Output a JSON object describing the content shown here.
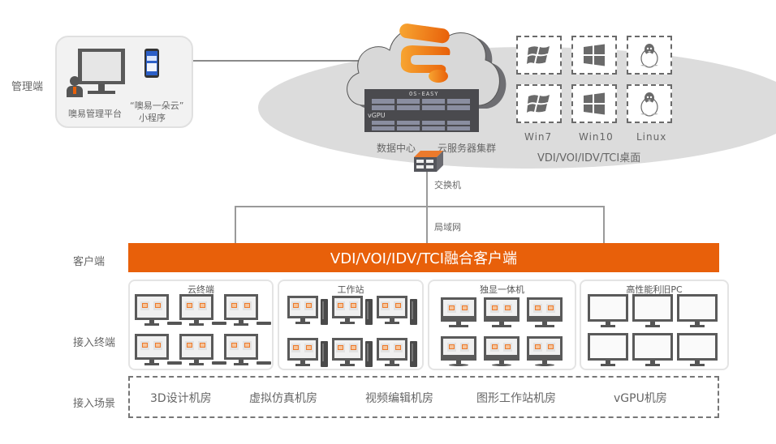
{
  "row_labels": {
    "management": "管理端",
    "client": "客户端",
    "terminals": "接入终端",
    "scenarios": "接入场景"
  },
  "management": {
    "platform_label": "噢易管理平台",
    "miniapp_label_line1": "“噢易一朵云”",
    "miniapp_label_line2": "小程序"
  },
  "datacenter": {
    "server_brand": "OS-EASY",
    "server_tag": "vGPU",
    "datacenter_label": "数据中心",
    "cluster_label": "云服务器集群",
    "switch_label": "交换机",
    "lan_label": "局域网"
  },
  "desktops": {
    "os": [
      {
        "name": "Win7",
        "icon": "windows7-icon"
      },
      {
        "name": "Win10",
        "icon": "windows10-icon"
      },
      {
        "name": "Linux",
        "icon": "linux-penguin-icon"
      }
    ],
    "caption": "VDI/VOI/IDV/TCI桌面"
  },
  "client_bar": {
    "title": "VDI/VOI/IDV/TCI融合客户端",
    "color": "#e8600a"
  },
  "terminal_groups": [
    {
      "title": "云终端"
    },
    {
      "title": "工作站"
    },
    {
      "title": "独显一体机"
    },
    {
      "title": "高性能利旧PC"
    }
  ],
  "scenarios": [
    "3D设计机房",
    "虚拟仿真机房",
    "视频编辑机房",
    "图形工作站机房",
    "vGPU机房"
  ]
}
